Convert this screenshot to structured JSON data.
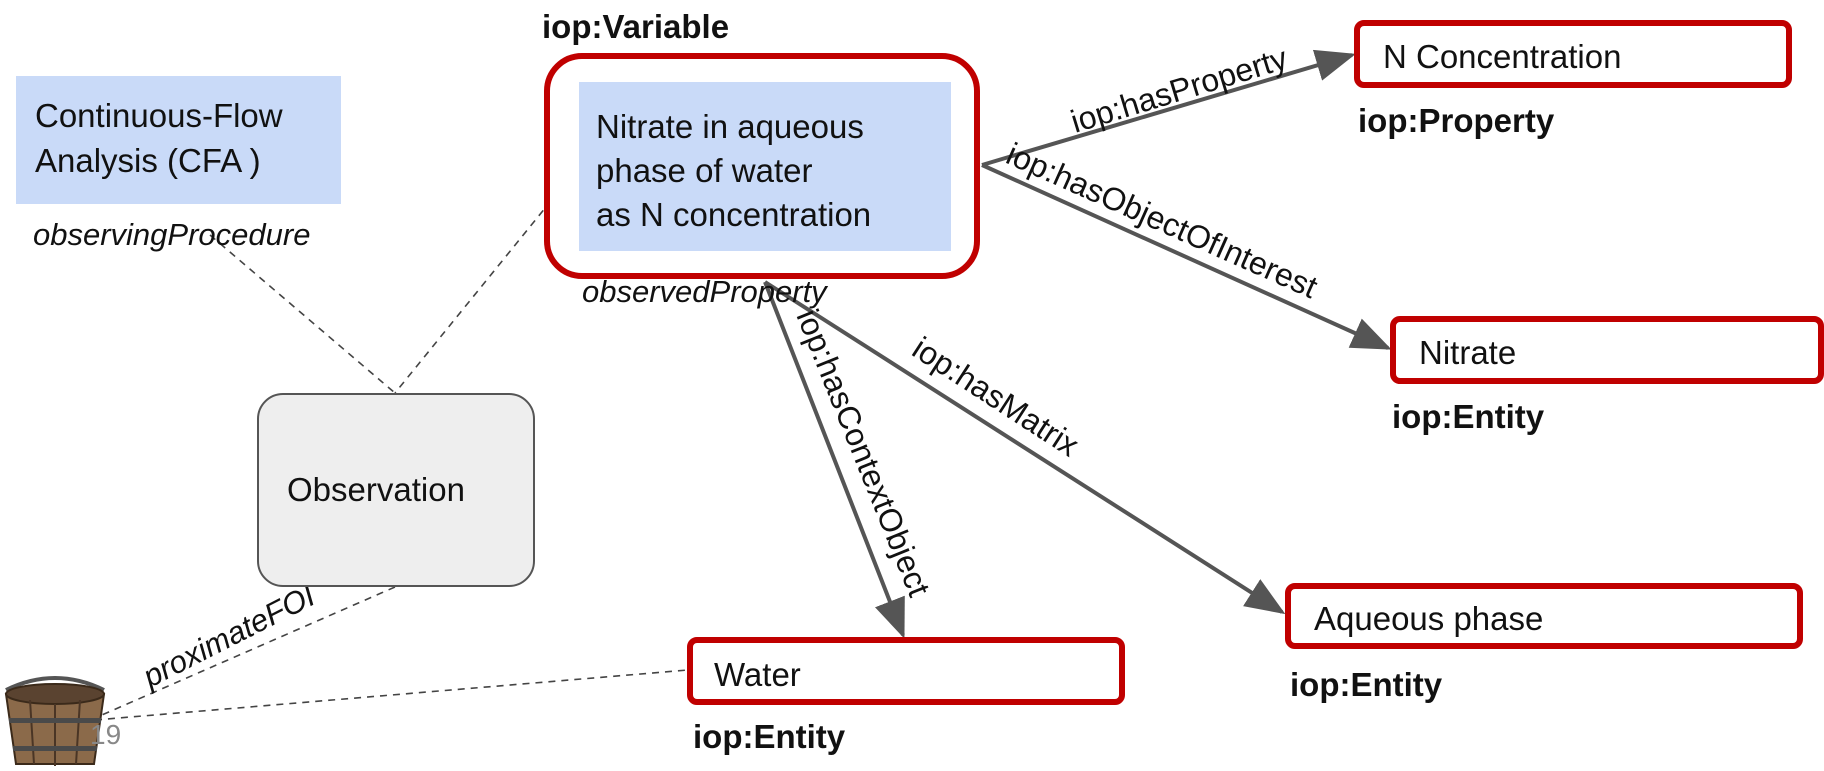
{
  "colors": {
    "entity_border": "#c00000",
    "procedure_fill": "#c9daf8",
    "observation_fill": "#eeeeee",
    "arrow": "#555555"
  },
  "variable": {
    "type": "iop:Variable",
    "lines": [
      "Nitrate in aqueous",
      "phase of water",
      "as N concentration"
    ],
    "role": "observedProperty"
  },
  "procedure": {
    "lines": [
      "Continuous-Flow",
      "Analysis (CFA )"
    ],
    "role": "observingProcedure"
  },
  "observation": {
    "label": "Observation"
  },
  "foi": {
    "label": "proximateFOI",
    "icon": "bucket-icon"
  },
  "page_number": "19",
  "nodes": {
    "property": {
      "label": "N Concentration",
      "type": "iop:Property"
    },
    "object_of_interest": {
      "label": "Nitrate",
      "type": "iop:Entity"
    },
    "matrix": {
      "label": "Aqueous phase",
      "type": "iop:Entity"
    },
    "context": {
      "label": "Water",
      "type": "iop:Entity"
    }
  },
  "edges": {
    "has_property": "iop:hasProperty",
    "has_object_of_interest": "iop:hasObjectOfInterest",
    "has_matrix": "iop:hasMatrix",
    "has_context_object": "iop:hasContextObject"
  }
}
